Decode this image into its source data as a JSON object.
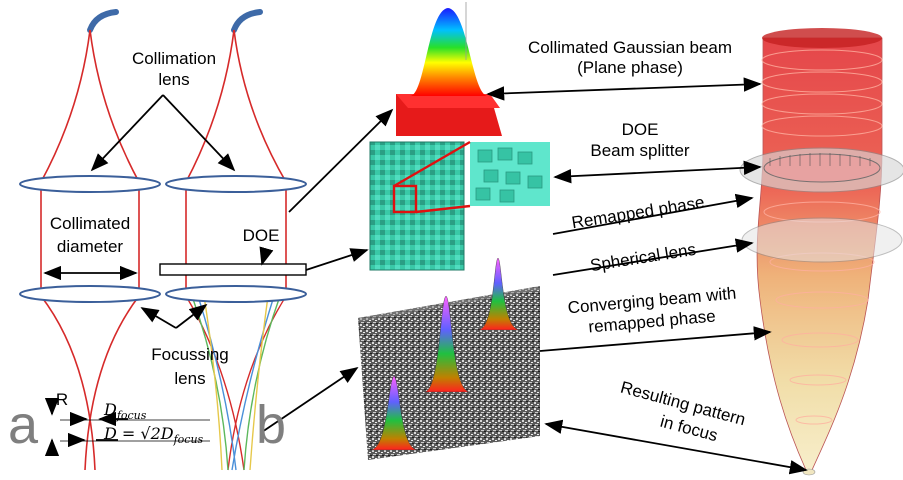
{
  "labels": {
    "collimation": "Collimation",
    "lens": "lens",
    "collimated": "Collimated",
    "diameter": "diameter",
    "doe_left": "DOE",
    "focussing": "Focussing",
    "focussing_lens": "lens",
    "r": "R",
    "d_focus": "D",
    "d_focus_sub": "focus",
    "d_eq": "D = √2D",
    "d_eq_sub": "focus",
    "a": "a",
    "b": "b",
    "gaussian_1": "Collimated Gaussian beam",
    "gaussian_2": "(Plane phase)",
    "doe_right_1": "DOE",
    "doe_right_2": "Beam splitter",
    "remapped": "Remapped phase",
    "spherical": "Spherical lens",
    "converging_1": "Converging beam with",
    "converging_2": "remapped phase",
    "resulting_1": "Resulting pattern",
    "resulting_2": "in focus"
  },
  "colors": {
    "beam_red": "#d62a2a",
    "lens_blue": "#3b5f9a",
    "source_blue": "#3e6aa8",
    "arrow": "#000000",
    "doe_cyan": "#3ecfb0",
    "green_ray": "#5cb85c",
    "blue_ray": "#4a90d9",
    "yellow_ray": "#e6c84a"
  }
}
